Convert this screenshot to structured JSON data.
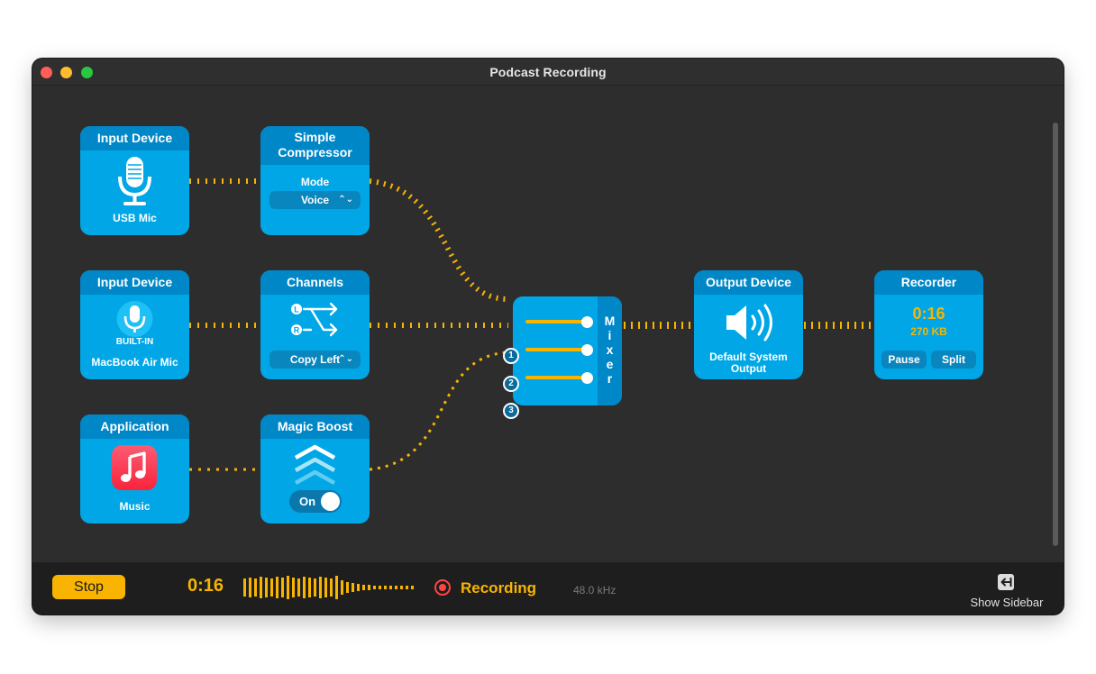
{
  "window": {
    "title": "Podcast Recording"
  },
  "colors": {
    "node": "#00a6e6",
    "node_header": "#0087c7",
    "wire": "#f8b400",
    "accent": "#f8b400",
    "record": "#ff4545"
  },
  "nodes": {
    "input1": {
      "title": "Input Device",
      "caption": "USB Mic",
      "icon": "microphone-icon"
    },
    "compressor": {
      "title_line1": "Simple",
      "title_line2": "Compressor",
      "mode_label": "Mode",
      "mode_value": "Voice"
    },
    "input2": {
      "title": "Input Device",
      "badge": "BUILT-IN",
      "caption": "MacBook Air Mic",
      "icon": "built-in-mic-icon"
    },
    "channels": {
      "title": "Channels",
      "value": "Copy Left",
      "left_label": "L",
      "right_label": "R"
    },
    "application": {
      "title": "Application",
      "caption": "Music",
      "icon": "music-app-icon"
    },
    "boost": {
      "title": "Magic Boost",
      "toggle_label": "On",
      "toggle_on": true
    },
    "mixer": {
      "label": "M\ni\nx\ne\nr",
      "inputs": [
        "1",
        "2",
        "3"
      ]
    },
    "output": {
      "title": "Output Device",
      "caption_line1": "Default System",
      "caption_line2": "Output",
      "icon": "speaker-icon"
    },
    "recorder": {
      "title": "Recorder",
      "time": "0:16",
      "size": "270 KB",
      "pause_label": "Pause",
      "split_label": "Split"
    }
  },
  "bottombar": {
    "stop_label": "Stop",
    "time": "0:16",
    "status": "Recording",
    "sample_rate": "48.0 kHz",
    "sidebar_label": "Show Sidebar"
  }
}
